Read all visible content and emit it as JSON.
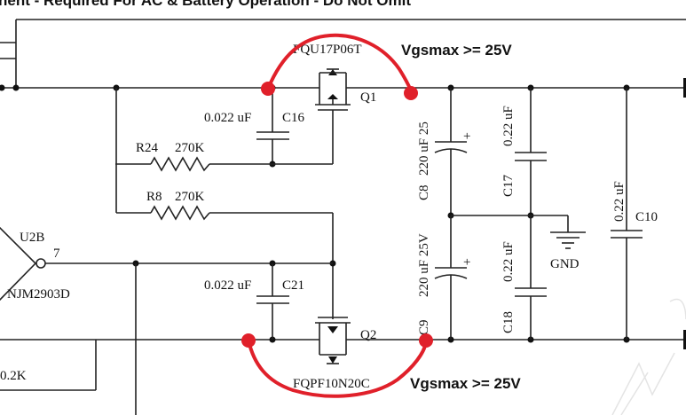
{
  "header_text": "nent - Required For AC & Battery Operation - Do Not Omit",
  "top_mosfet": {
    "part": "FQU17P06T",
    "ref": "Q1",
    "note": "Vgsmax >= 25V"
  },
  "bottom_mosfet": {
    "part": "FQPF10N20C",
    "ref": "Q2",
    "note": "Vgsmax >= 25V"
  },
  "c16": {
    "ref": "C16",
    "value": "0.022 uF"
  },
  "c21": {
    "ref": "C21",
    "value": "0.022 uF"
  },
  "r24": {
    "ref": "R24",
    "value": "270K"
  },
  "r8": {
    "ref": "R8",
    "value": "270K"
  },
  "u2b": {
    "ref": "U2B",
    "part": "NJM2903D",
    "pin": "7"
  },
  "c8": {
    "ref": "C8",
    "value": "220 uF 25"
  },
  "c9": {
    "ref": "C9",
    "value": "220 uF 25V"
  },
  "c17": {
    "ref": "C17",
    "value": "0.22 uF"
  },
  "c18": {
    "ref": "C18",
    "value": "0.22 uF"
  },
  "c10": {
    "ref": "C10",
    "value": "0.22 uF"
  },
  "gnd": "GND",
  "left_resistor": "0.2K"
}
